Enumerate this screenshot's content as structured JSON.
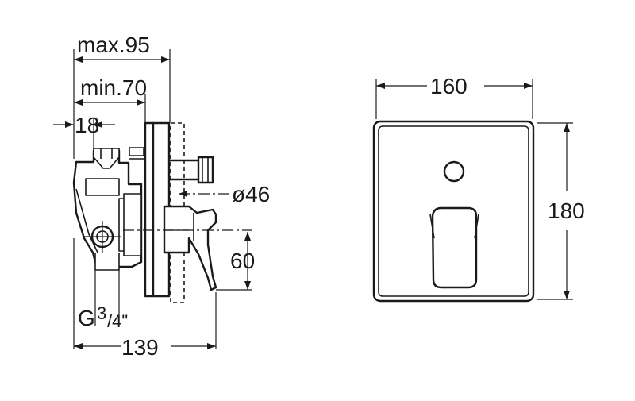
{
  "side_view": {
    "dim_max_depth": "max.95",
    "dim_min_depth": "min.70",
    "dim_offset": "18",
    "dim_diameter": "ø46",
    "dim_height": "60",
    "dim_thread_main": "G",
    "dim_thread_sup": "3",
    "dim_thread_sub": "/4\"",
    "dim_total_depth": "139"
  },
  "front_view": {
    "dim_width": "160",
    "dim_height": "180"
  }
}
